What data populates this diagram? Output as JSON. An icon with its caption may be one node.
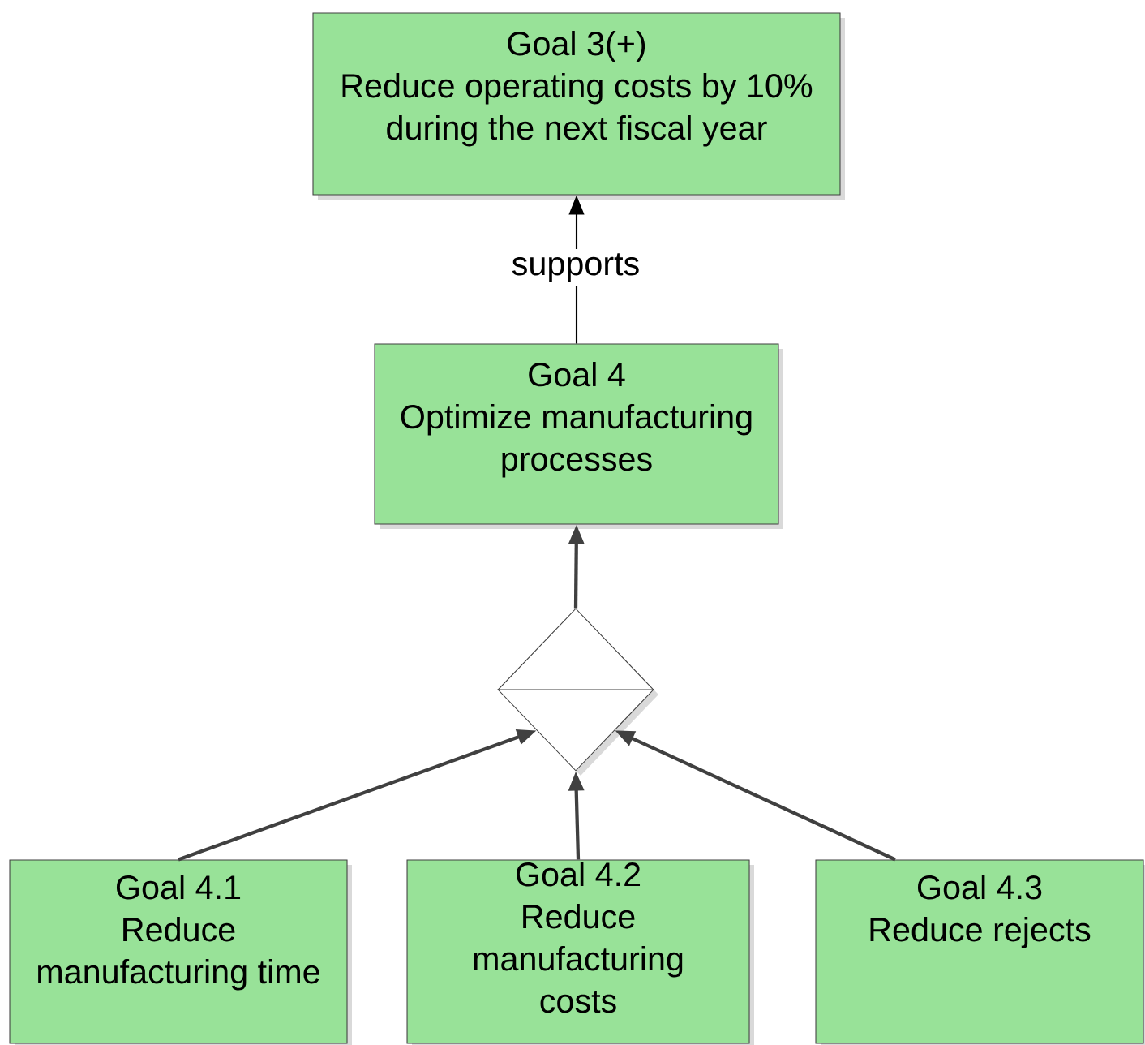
{
  "diagram": {
    "nodes": [
      {
        "text": [
          "Goal 3(+)",
          "Reduce operating costs by 10% during the next fiscal year"
        ]
      },
      {
        "text": [
          "Goal 4",
          "Optimize manufacturing processes"
        ]
      },
      {
        "text": [],
        "shape": "diamond"
      },
      {
        "text": [
          "Goal 4.1",
          "Reduce manufacturing time"
        ]
      },
      {
        "text": [
          "Goal 4.2",
          "Reduce manufacturing costs"
        ]
      },
      {
        "text": [
          "Goal 4.3",
          "Reduce rejects"
        ]
      }
    ],
    "edges": [
      {
        "from": 1,
        "to": 0,
        "arrow": "to",
        "label": "supports",
        "color": "#000000"
      },
      {
        "from": 2,
        "to": 1,
        "arrow": "to"
      },
      {
        "from": 3,
        "to": 2,
        "arrow": "to"
      },
      {
        "from": 4,
        "to": 2,
        "arrow": "to"
      },
      {
        "from": 5,
        "to": 2,
        "arrow": "to"
      }
    ]
  }
}
